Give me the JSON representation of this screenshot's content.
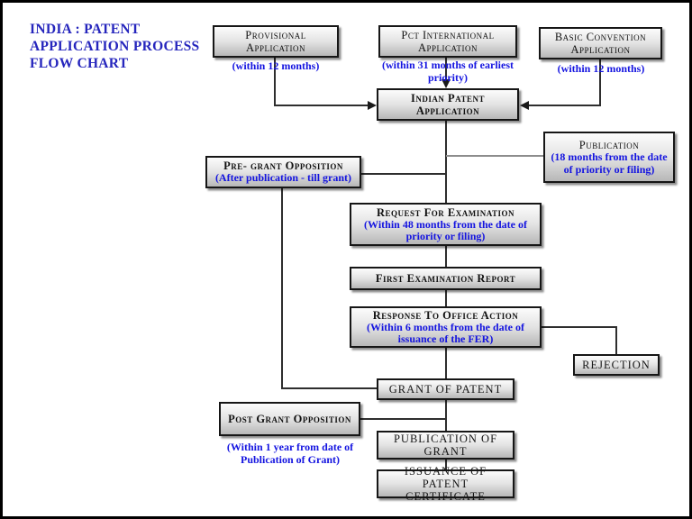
{
  "page": {
    "title": "INDIA : PATENT\nAPPLICATION PROCESS\nFLOW CHART"
  },
  "colors": {
    "title_blue": "#2626bd",
    "note_blue": "#1414e0",
    "box_border": "#161616",
    "box_fill_top": "#fcfcfc",
    "box_fill_bottom": "#b7b7b7",
    "wire": "#2e2e2e"
  },
  "nodes": {
    "provisional": {
      "label": "Provisional Application",
      "note": "(within 12 months)"
    },
    "pct": {
      "label": "Pct International Application",
      "note": "(within 31 months of earliest priority)"
    },
    "basic": {
      "label": "Basic Convention Application",
      "note": "(within 12 months)"
    },
    "indian": {
      "label": "Indian Patent Application"
    },
    "publication": {
      "label": "Publication",
      "note": "(18 months from the date of  priority or filing)"
    },
    "pregrant": {
      "label": "Pre- grant Opposition",
      "note": "(After publication - till grant)"
    },
    "request_exam": {
      "label": "Request For Examination",
      "note": "(Within 48 months from  the date of priority or filing)"
    },
    "fer": {
      "label": "First Examination Report"
    },
    "response": {
      "label": "Response To Office Action",
      "note": "(Within 6 months from the date of issuance of the FER)"
    },
    "rejection": {
      "label": "REJECTION"
    },
    "grant": {
      "label": "GRANT OF PATENT"
    },
    "postgrant": {
      "label": "Post Grant Opposition",
      "note": "(Within 1 year from date of Publication of Grant)"
    },
    "publication_grant": {
      "label": "PUBLICATION OF GRANT"
    },
    "issuance": {
      "label": "ISSUANCE OF PATENT CERTIFICATE"
    }
  }
}
